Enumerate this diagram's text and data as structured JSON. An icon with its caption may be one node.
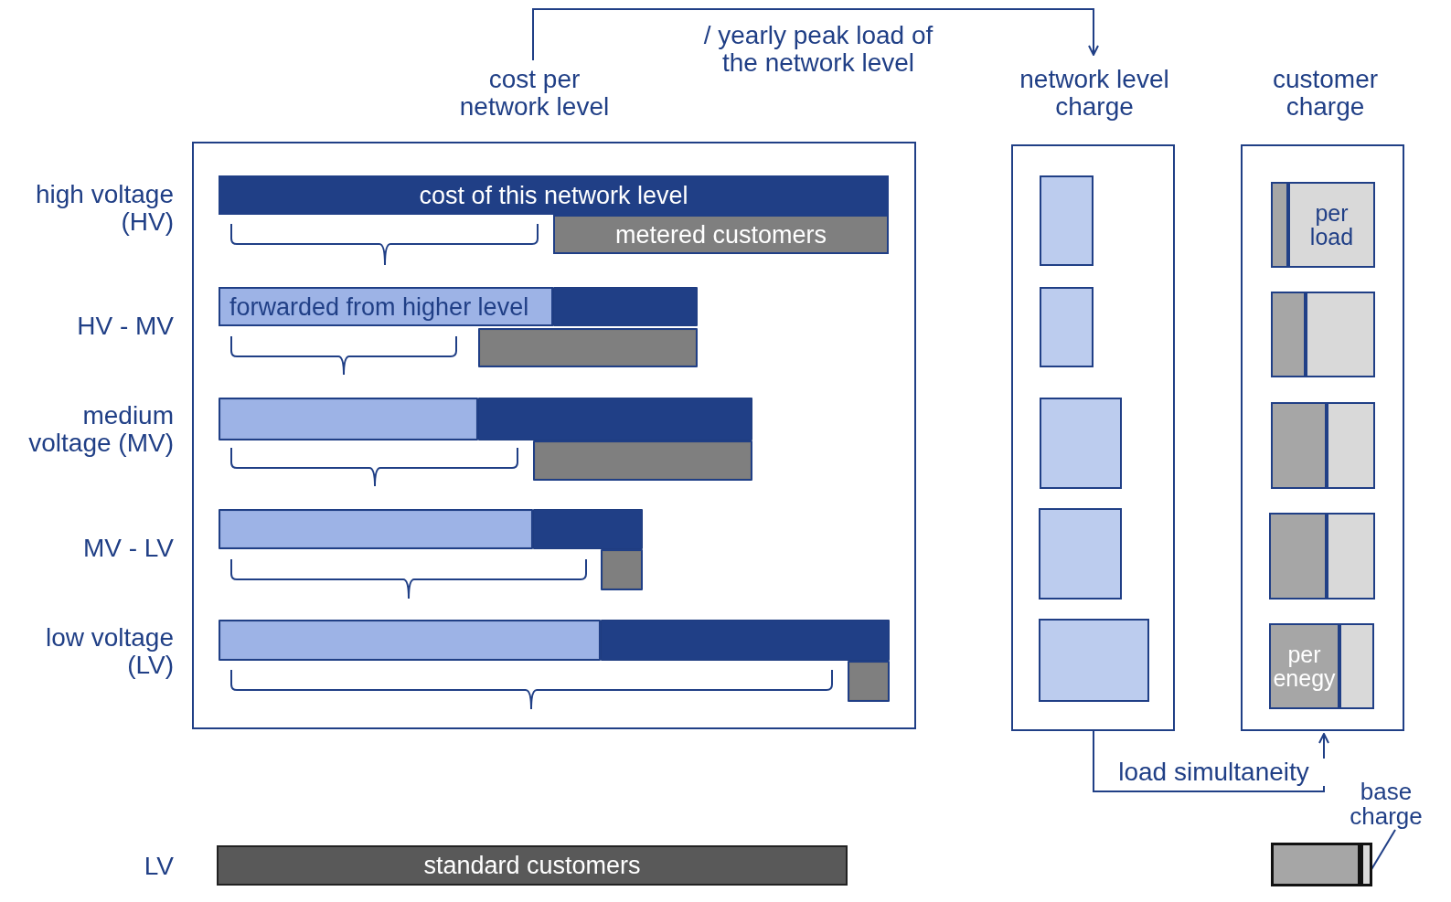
{
  "diagram": {
    "nodes": [
      {
        "text": [
          "cost per network level"
        ]
      },
      {
        "text": [
          "cost of this network level"
        ],
        "in": 0
      },
      {
        "text": [
          "metered customers"
        ],
        "in": 0
      },
      {
        "text": [
          "forwarded from higher level"
        ],
        "in": 0
      },
      {
        "text": [],
        "shape": "bar",
        "in": 0
      },
      {
        "text": [],
        "shape": "bar",
        "in": 0
      },
      {
        "text": [],
        "shape": "bar",
        "in": 0
      },
      {
        "text": [],
        "shape": "bar",
        "in": 0
      },
      {
        "text": [],
        "shape": "bar",
        "in": 0
      },
      {
        "text": [],
        "shape": "bar",
        "in": 0
      },
      {
        "text": [],
        "shape": "bar",
        "in": 0
      },
      {
        "text": [],
        "shape": "bar",
        "in": 0
      },
      {
        "text": [],
        "shape": "bar",
        "in": 0
      },
      {
        "text": [],
        "shape": "bar",
        "in": 0
      },
      {
        "text": [],
        "shape": "bar",
        "in": 0
      },
      {
        "text": [
          "network level charge"
        ]
      },
      {
        "text": [],
        "shape": "box",
        "in": 15
      },
      {
        "text": [],
        "shape": "box",
        "in": 15
      },
      {
        "text": [],
        "shape": "box",
        "in": 15
      },
      {
        "text": [],
        "shape": "box",
        "in": 15
      },
      {
        "text": [],
        "shape": "box",
        "in": 15
      },
      {
        "text": [
          "customer charge"
        ]
      },
      {
        "text": [],
        "shape": "box",
        "in": 21
      },
      {
        "text": [
          "per load"
        ],
        "in": 21
      },
      {
        "text": [],
        "shape": "box",
        "in": 21
      },
      {
        "text": [],
        "shape": "box",
        "in": 21
      },
      {
        "text": [],
        "shape": "box",
        "in": 21
      },
      {
        "text": [],
        "shape": "box",
        "in": 21
      },
      {
        "text": [],
        "shape": "box",
        "in": 21
      },
      {
        "text": [],
        "shape": "box",
        "in": 21
      },
      {
        "text": [
          "per enegy"
        ],
        "in": 21
      },
      {
        "text": [],
        "shape": "box",
        "in": 21
      },
      {
        "text": [
          "standard customers"
        ]
      },
      {
        "text": [],
        "shape": "box"
      },
      {
        "text": [],
        "shape": "box"
      },
      {
        "text": [
          "base charge"
        ]
      }
    ],
    "edges": [
      {
        "from": 0,
        "to": 15,
        "arrow": "to",
        "label": "/ yearly peak load of the network level"
      },
      {
        "from": 15,
        "to": 21,
        "arrow": "to",
        "label": "load simultaneity"
      },
      {
        "from": 35,
        "to": 34,
        "arrow": "none"
      }
    ],
    "labels": [
      "high voltage (HV)",
      "HV - MV",
      "medium voltage (MV)",
      "MV - LV",
      "low voltage (LV)",
      "LV"
    ]
  }
}
